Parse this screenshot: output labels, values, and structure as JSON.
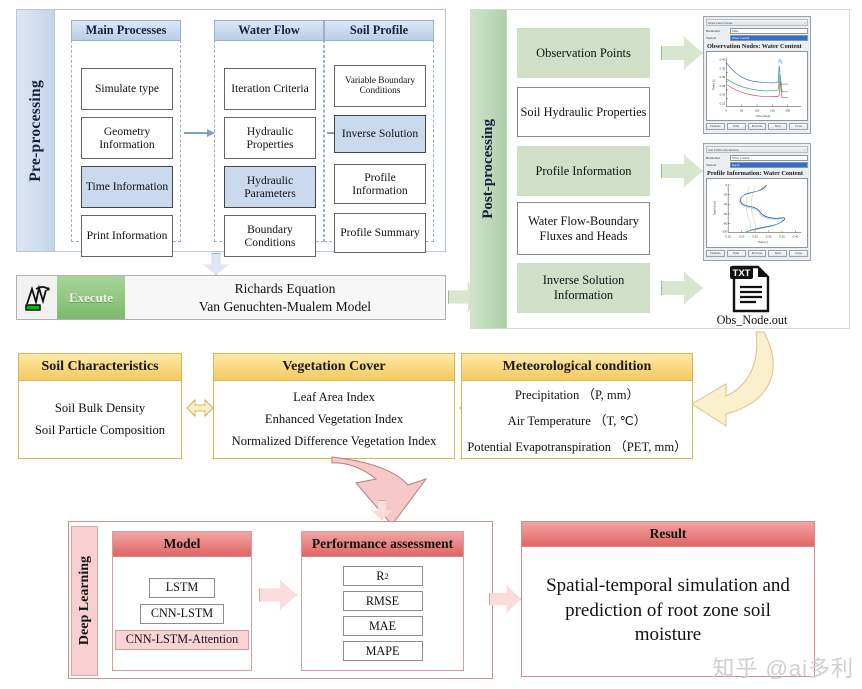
{
  "preprocessing": {
    "sidebar_label": "Pre-processing",
    "groups": [
      {
        "header": "Main Processes",
        "cells": [
          {
            "label": "Simulate type",
            "highlighted": false
          },
          {
            "label": "Geometry Information",
            "highlighted": false
          },
          {
            "label": "Time Information",
            "highlighted": true
          },
          {
            "label": "Print Information",
            "highlighted": false
          }
        ]
      },
      {
        "header": "Water Flow",
        "cells": [
          {
            "label": "Iteration Criteria",
            "highlighted": false
          },
          {
            "label": "Hydraulic Properties",
            "highlighted": false
          },
          {
            "label": "Hydraulic Parameters",
            "highlighted": true
          },
          {
            "label": "Boundary Conditions",
            "highlighted": false
          }
        ]
      },
      {
        "header": "Soil Profile",
        "cells": [
          {
            "label": "Variable Boundary Conditions",
            "highlighted": false,
            "small": true
          },
          {
            "label": "Inverse Solution",
            "highlighted": true
          },
          {
            "label": "Profile Information",
            "highlighted": false
          },
          {
            "label": "Profile Summary",
            "highlighted": false
          }
        ]
      }
    ]
  },
  "execute": {
    "icon_name": "hydrus-execute-icon",
    "badge_label": "Execute",
    "line1": "Richards Equation",
    "line2": "Van Genuchten-Mualem Model"
  },
  "postprocessing": {
    "sidebar_label": "Post-processing",
    "items": [
      {
        "label": "Observation Points",
        "style": "green"
      },
      {
        "label": "Soil Hydraulic Properties",
        "style": "white"
      },
      {
        "label": "Profile Information",
        "style": "green"
      },
      {
        "label": "Water Flow-Boundary Fluxes and Heads",
        "style": "white"
      },
      {
        "label": "Inverse Solution Information",
        "style": "green"
      }
    ],
    "output_file_label": "Obs_Node.out",
    "output_file_icon": "txt-file-icon",
    "dialogs": [
      {
        "window_title": "Observation Nodes",
        "row1_label": "Horizontal",
        "row1_value": "Time",
        "row2_label": "Vertical",
        "row2_value": "Water Content",
        "plot_title": "Observation Nodes: Water Content",
        "buttons": [
          "Defaults",
          "Print",
          "Previous",
          "Next",
          "Close"
        ],
        "y_ticks": [
          "0.40",
          "0.35",
          "0.30",
          "0.25",
          "0.20",
          "0.15"
        ],
        "x_ticks": [
          "0",
          "50",
          "100",
          "150",
          "200"
        ],
        "xlabel": "Time [days]",
        "ylabel": "Theta [-]"
      },
      {
        "window_title": "Soil Profile Information",
        "row1_label": "Horizontal",
        "row1_value": "Water Content",
        "row2_label": "Vertical",
        "row2_value": "Depth",
        "plot_title": "Profile Information: Water Content",
        "buttons": [
          "Defaults",
          "Print",
          "Previous",
          "Next",
          "Close"
        ],
        "y_ticks": [
          "0",
          "-20",
          "-40",
          "-60",
          "-80",
          "-100"
        ],
        "x_ticks": [
          "0.15",
          "0.20",
          "0.25",
          "0.30",
          "0.35",
          "0.40"
        ],
        "xlabel": "Theta [-]",
        "ylabel": "Depth [cm]"
      }
    ]
  },
  "drivers": [
    {
      "header": "Soil Characteristics",
      "items": [
        "Soil Bulk Density",
        "Soil Particle Composition"
      ]
    },
    {
      "header": "Vegetation Cover",
      "items": [
        "Leaf Area Index",
        "Enhanced Vegetation Index",
        "Normalized Difference Vegetation Index"
      ]
    },
    {
      "header": "Meteorological condition",
      "items": [
        "Precipitation （P, mm）",
        "Air Temperature （T, ℃）",
        "Potential Evapotranspiration （PET, mm）"
      ]
    }
  ],
  "deep_learning": {
    "sidebar_label": "Deep Learning",
    "model": {
      "header": "Model",
      "cells": [
        {
          "label": "LSTM",
          "highlighted": false
        },
        {
          "label": "CNN-LSTM",
          "highlighted": false
        },
        {
          "label": "CNN-LSTM-Attention",
          "highlighted": true
        }
      ]
    },
    "performance": {
      "header": "Performance assessment",
      "cells": [
        "R2",
        "RMSE",
        "MAE",
        "MAPE"
      ],
      "first_cell_base": "R",
      "first_cell_sup": "2"
    },
    "result": {
      "header": "Result",
      "text": "Spatial-temporal simulation and prediction of root zone soil moisture"
    }
  },
  "watermark": "知乎 @ai多利",
  "colors": {
    "preprocessing_blue": "#c9d9ee",
    "postprocessing_green": "#cfe0c6",
    "driver_yellow": "#f4c960",
    "deep_learning_red": "#e06666",
    "highlight_blue": "#c9d9ee",
    "highlight_pink": "#fad4d4"
  }
}
